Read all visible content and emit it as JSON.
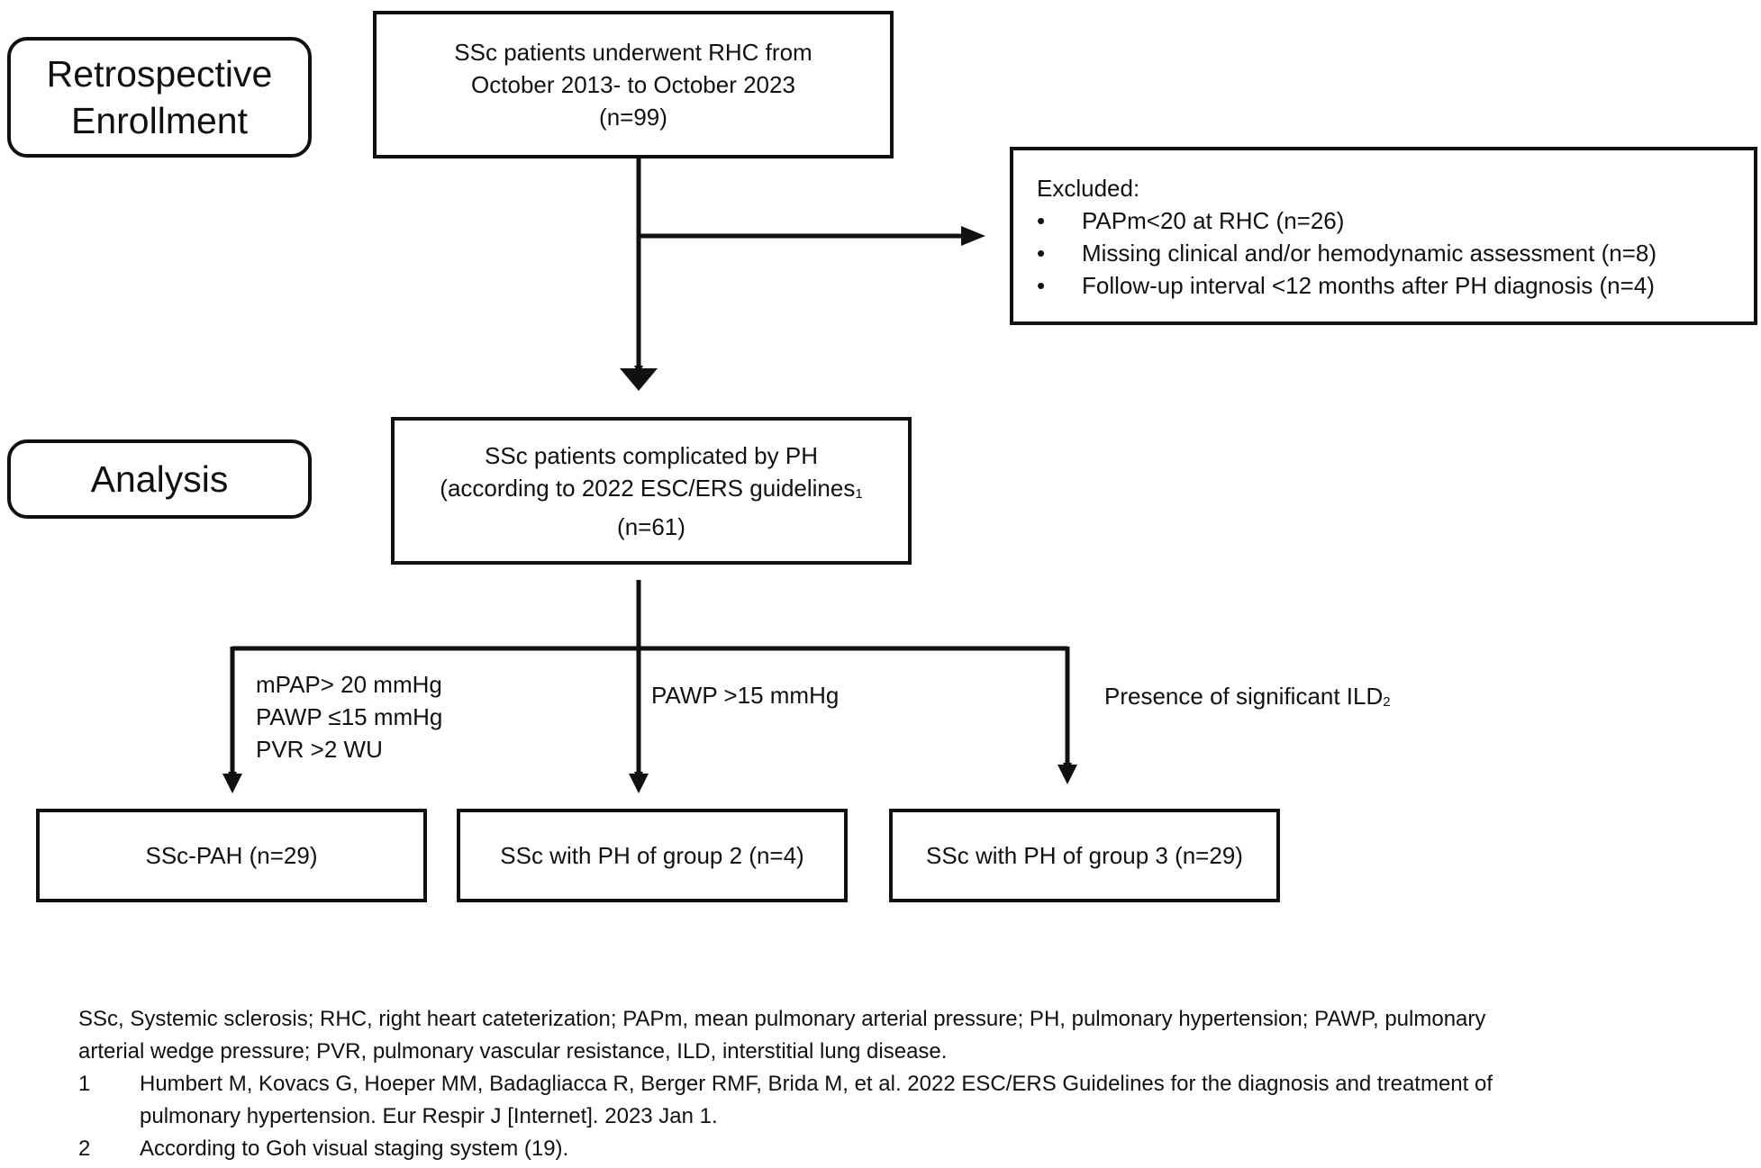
{
  "phases": {
    "enrollment": "Retrospective Enrollment",
    "analysis": "Analysis"
  },
  "boxes": {
    "enrolled": {
      "line1": "SSc patients underwent RHC from",
      "line2": "October 2013- to October 2023",
      "line3": "(n=99)"
    },
    "excluded": {
      "title": "Excluded:",
      "items": [
        "PAPm<20 at RHC (n=26)",
        "Missing clinical and/or hemodynamic assessment (n=8)",
        "Follow-up interval <12 months after PH diagnosis  (n=4)"
      ]
    },
    "ph": {
      "line1": "SSc patients complicated by PH",
      "line2": "(according to 2022 ESC/ERS guidelines",
      "line2_ref": "1",
      "line3": "(n=61)"
    },
    "groups": [
      {
        "label": "SSc-PAH (n=29)"
      },
      {
        "label": "SSc with PH of group 2 (n=4)"
      },
      {
        "label": "SSc with PH of group 3 (n=29)"
      }
    ]
  },
  "criteria": {
    "pah": [
      "mPAP> 20 mmHg",
      "PAWP ≤15 mmHg",
      "PVR >2 WU"
    ],
    "group2": "PAWP >15 mmHg",
    "group3": "Presence of significant ILD",
    "group3_ref": "2"
  },
  "footnotes": {
    "abbrev_line1": "SSc, Systemic sclerosis; RHC, right heart cateterization; PAPm, mean pulmonary arterial pressure; PH, pulmonary hypertension; PAWP, pulmonary",
    "abbrev_line2": "arterial wedge pressure; PVR, pulmonary vascular resistance, ILD, interstitial lung disease.",
    "refs": [
      {
        "num": "1",
        "line1": "Humbert M, Kovacs G, Hoeper MM, Badagliacca R, Berger RMF, Brida M, et al. 2022 ESC/ERS Guidelines for the diagnosis and treatment of",
        "line2": "pulmonary hypertension. Eur Respir J [Internet]. 2023 Jan 1."
      },
      {
        "num": "2",
        "line1": "According to Goh visual staging system (19)."
      }
    ]
  }
}
